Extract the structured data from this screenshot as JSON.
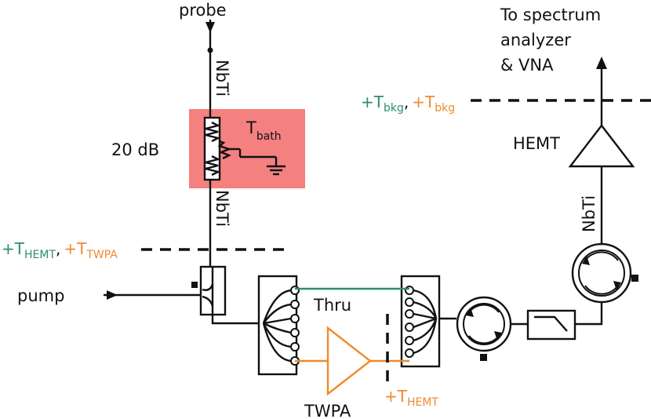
{
  "labels": {
    "probe": "probe",
    "to_spectrum_line1": "To spectrum",
    "to_spectrum_line2": "analyzer",
    "to_spectrum_line3": "& VNA",
    "attenuation": "20 dB",
    "t_bath_main": "T",
    "t_bath_sub": "bath",
    "nbti_top": "NbTi",
    "nbti_mid": "NbTi",
    "nbti_right": "NbTi",
    "hemt": "HEMT",
    "pump": "pump",
    "thru": "Thru",
    "twpa": "TWPA"
  },
  "noise_labels": {
    "bkg_teal_main": "+T",
    "bkg_teal_sub": "bkg",
    "bkg_sep": ",",
    "bkg_orange_main": "+T",
    "bkg_orange_sub": "bkg",
    "stage_teal_main": "+T",
    "stage_teal_sub": "HEMT",
    "stage_sep": ",",
    "stage_orange_main": "+T",
    "stage_orange_sub": "TWPA",
    "twpa_out_main": "+T",
    "twpa_out_sub": "HEMT"
  },
  "colors": {
    "teal": "#2e8b73",
    "orange": "#f08a2c",
    "attenuator_highlight": "#f48080",
    "line": "#111111"
  }
}
